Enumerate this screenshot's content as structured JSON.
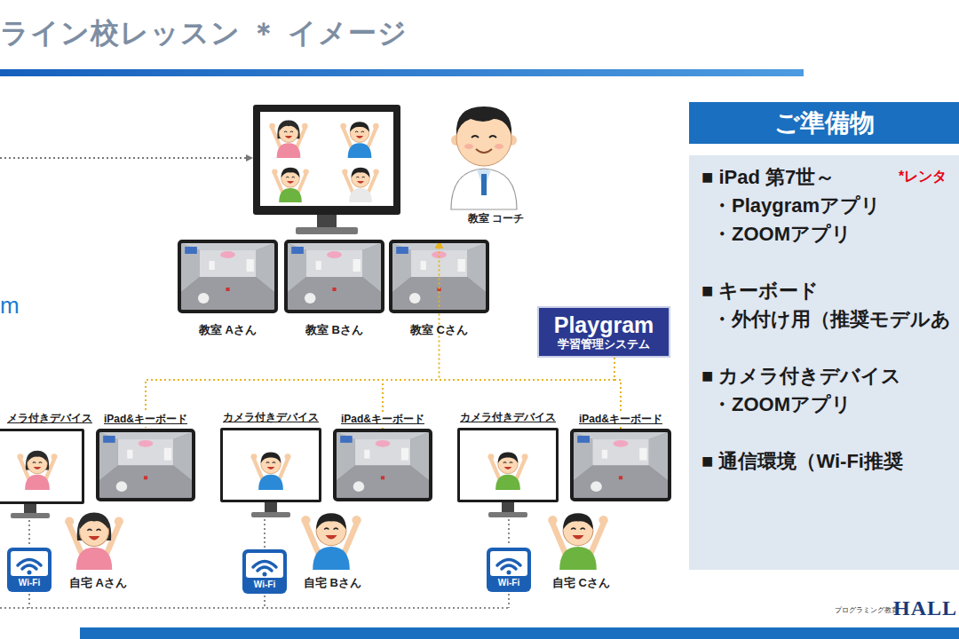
{
  "diagram": {
    "title": "ライン校レッスン ＊ イメージ",
    "nodes": [
      {
        "text": [
          "教室 Aさん"
        ]
      },
      {
        "text": [
          "教室 Bさん"
        ]
      },
      {
        "text": [
          "教室 Cさん"
        ]
      },
      {
        "text": [
          "Playgram",
          "学習管理システム"
        ]
      },
      {
        "text": [
          "メラ付きデバイス"
        ]
      },
      {
        "text": [
          "iPad&キーボード"
        ]
      },
      {
        "text": [
          "カメラ付きデバイス"
        ]
      },
      {
        "text": [
          "iPad&キーボード"
        ]
      },
      {
        "text": [
          "カメラ付きデバイス"
        ]
      },
      {
        "text": [
          "iPad&キーボード"
        ]
      },
      {
        "text": [
          "ご準備物"
        ]
      },
      {
        "text": [
          "■ iPad 第7世～",
          "*レンタ",
          "・Playgramアプリ",
          "・ZOOMアプリ",
          "■ キーボード",
          "・外付け用（推奨モデルあ",
          "■ カメラ付きデバイス",
          "・ZOOMアプリ",
          "■ 通信環境（Wi-Fi推奨"
        ]
      }
    ],
    "edges": [
      {
        "from": 3,
        "to": 2,
        "arrow": "to"
      },
      {
        "from": 3,
        "to": 5,
        "arrow": "none"
      },
      {
        "from": 3,
        "to": 7,
        "arrow": "none"
      },
      {
        "from": 3,
        "to": 9,
        "arrow": "none"
      }
    ],
    "labels": [
      "教室 コーチ",
      "m",
      "Wi-Fi",
      "Wi-Fi",
      "Wi-Fi",
      "自宅 Aさん",
      "自宅 Bさん",
      "自宅 Cさん",
      "プログラミング教育",
      "HALL"
    ]
  }
}
